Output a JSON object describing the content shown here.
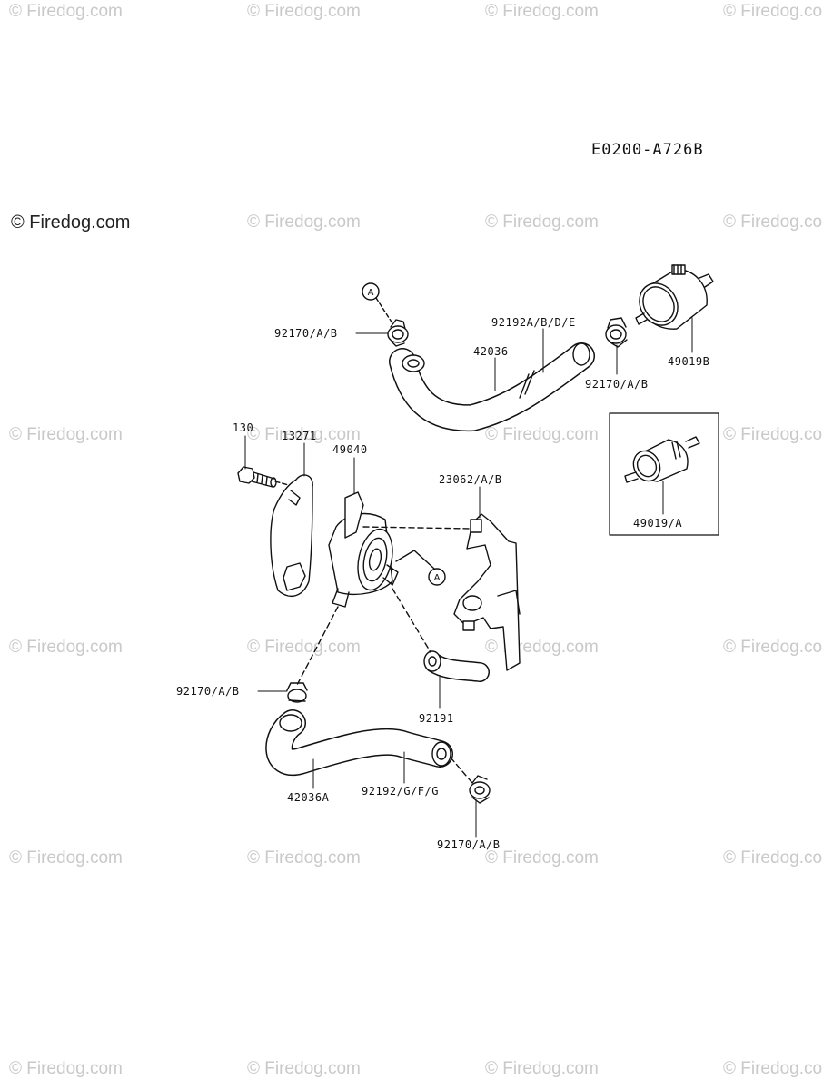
{
  "watermark": {
    "copyright_symbol": "©",
    "text": "Firedog.com",
    "main_label": "© Firedog.com",
    "faint_labels": [
      "© Firedog.com",
      "© Firedog.com",
      "© Firedog.com",
      "© Firedog.co",
      "© Firedog.com",
      "© Firedog.com",
      "© Firedog.co",
      "© Firedog.com",
      "© Firedog.com",
      "© Firedog.com",
      "© Firedog.co",
      "© Firedog.com",
      "© Firedog.com",
      "© Firedog.com",
      "© Firedog.co",
      "© Firedog.com",
      "© Firedog.com",
      "© Firedog.com",
      "© Firedog.co",
      "© Firedog.com",
      "© Firedog.com",
      "© Firedog.com",
      "© Firedog.co"
    ]
  },
  "diagram": {
    "code": "E0200-A726B",
    "callout": "A",
    "parts": {
      "clamp_top": "92170/A/B",
      "hose_upper_range": "92192A/B/D/E",
      "hose_upper": "42036",
      "clamp_right": "92170/A/B",
      "fuel_filter_b": "49019B",
      "fuel_filter_a": "49019/A",
      "bolt": "130",
      "cover": "13271",
      "fuel_pump": "49040",
      "bracket_grommet": "23062/A/B",
      "clamp_left": "92170/A/B",
      "hose_short": "92191",
      "hose_lower": "42036A",
      "hose_lower_range": "92192/G/F/G",
      "clamp_bottom": "92170/A/B"
    }
  },
  "colors": {
    "line": "#111111",
    "watermark": "#c9c9c9",
    "background": "#ffffff"
  }
}
